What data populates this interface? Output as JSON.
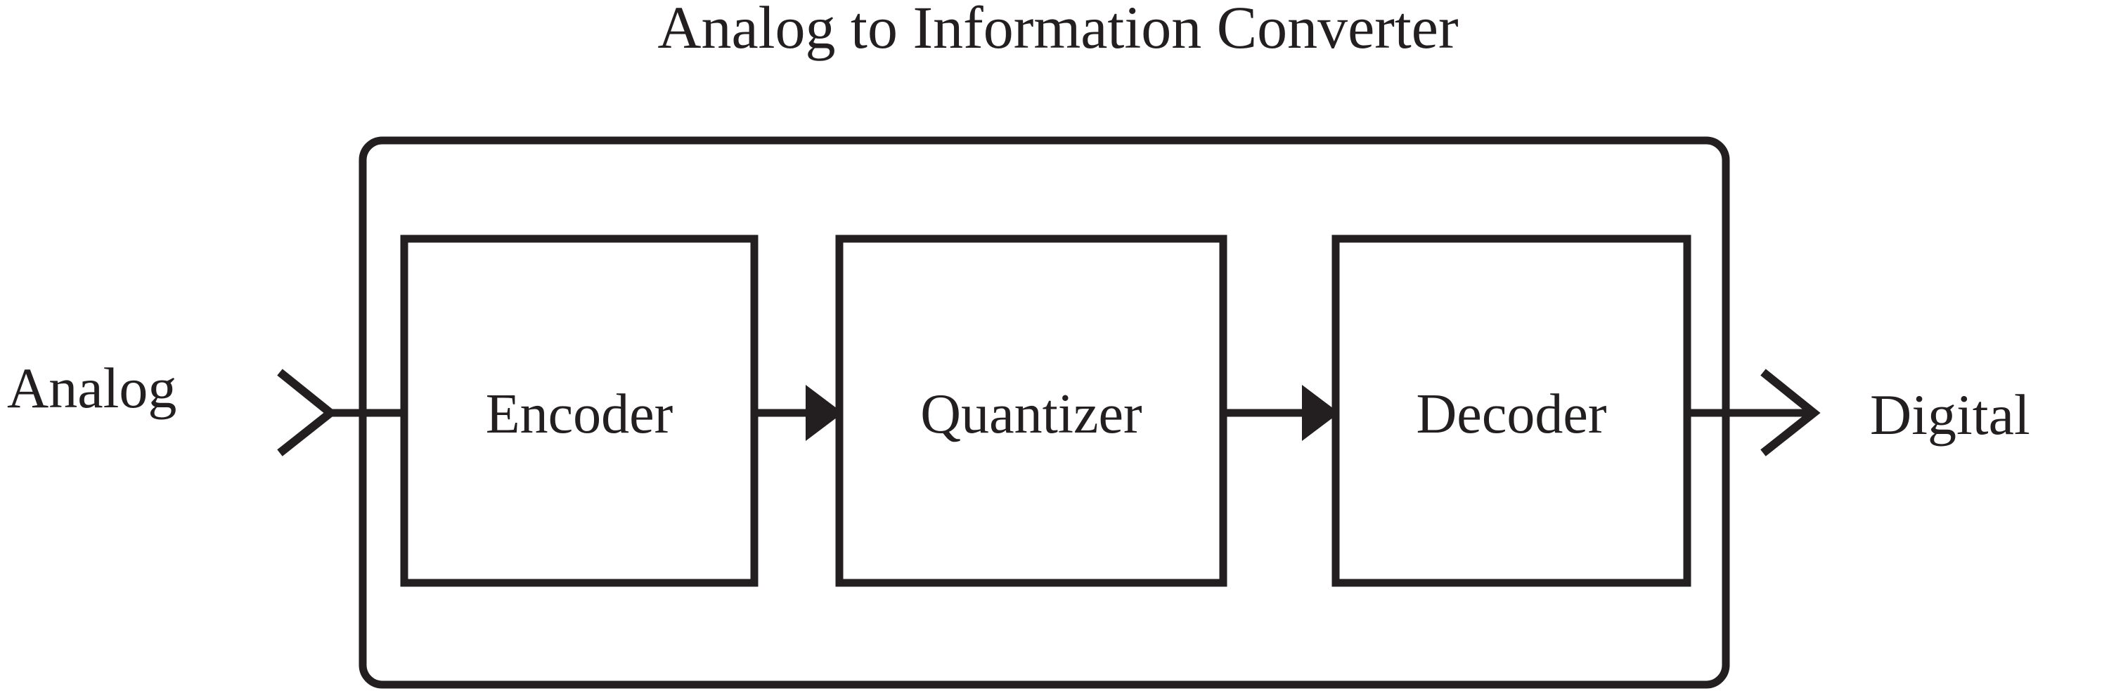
{
  "diagram": {
    "title": "Analog to Information Converter",
    "background_color": "#ffffff",
    "ink_color": "#231f20",
    "input_port": {
      "label": "Analog",
      "arrow_icon": "chevron-right-open-icon"
    },
    "output_port": {
      "label": "Digital",
      "arrow_icon": "chevron-right-open-icon"
    },
    "container": {
      "name": "analog-to-information-converter-container",
      "shape": "rounded-rectangle"
    },
    "blocks": [
      {
        "id": "encoder",
        "label": "Encoder"
      },
      {
        "id": "quantizer",
        "label": "Quantizer"
      },
      {
        "id": "decoder",
        "label": "Decoder"
      }
    ],
    "connectors": [
      {
        "id": "analog-to-container",
        "from": "Analog",
        "to": "Encoder",
        "head": "open-chevron"
      },
      {
        "id": "encoder-to-quantizer",
        "from": "Encoder",
        "to": "Quantizer",
        "head": "solid-triangle"
      },
      {
        "id": "quantizer-to-decoder",
        "from": "Quantizer",
        "to": "Decoder",
        "head": "solid-triangle"
      },
      {
        "id": "container-to-digital",
        "from": "Decoder",
        "to": "Digital",
        "head": "open-chevron"
      }
    ]
  }
}
